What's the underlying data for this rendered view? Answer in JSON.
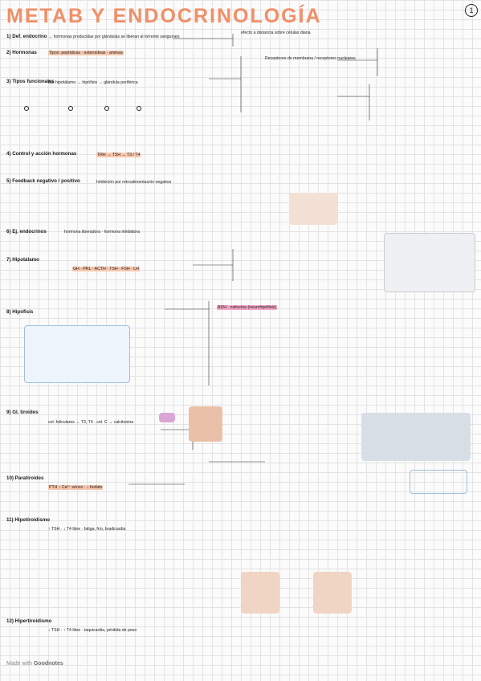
{
  "title": "METAB Y ENDOCRINOLOGÍA",
  "page_number": "1",
  "footer": {
    "made_with": "Made with",
    "brand": "Goodnotes"
  },
  "sections": {
    "s1": "1) Def. endocrino",
    "s2": "2) Hormonas",
    "s3": "3) Tipos funcionales",
    "s4": "4) Control y acción hormonas",
    "s5": "5) Feedback negativo / positivo",
    "s6": "6) Ej. endocrinos",
    "s7": "7) Hipotálamo",
    "s8": "8) Hipófisis",
    "s9": "9) Gl. tiroides",
    "s10": "10) Paratiroides",
    "s11": "11) Hipotiroidismo",
    "s12": "12) Hipertiroidismo"
  },
  "lines": [
    "→ hormonas producidas por glándulas se liberan al torrente sanguíneo",
    "efecto a distancia sobre células diana",
    "Tipos: peptídicas · esteroideas · aminas",
    "Receptores de membrana / receptores nucleares",
    "Eje hipotálamo → hipófisis → glándula periférica",
    "TRH → TSH → T3 / T4",
    "Inhibición por retroalimentación negativa",
    "hormona liberadora · hormona inhibidora",
    "GH · PRL · ACTH · TSH · FSH · LH",
    "ADH · oxitocina (neurohipófisis)",
    "cel. foliculares → T3, T4 · cel. C → calcitonina",
    "PTH ↑ Ca²⁺ sérico · ↓ fosfato",
    "↑ TSH · ↓ T4 libre · fatiga, frío, bradicardia",
    "↓ TSH · ↑ T4 libre · taquicardia, pérdida de peso"
  ],
  "colors": {
    "accent": "#f08f67",
    "highlight": "#f7c7ad",
    "pink": "#f3a7c4",
    "blue": "#bcd5f1"
  }
}
